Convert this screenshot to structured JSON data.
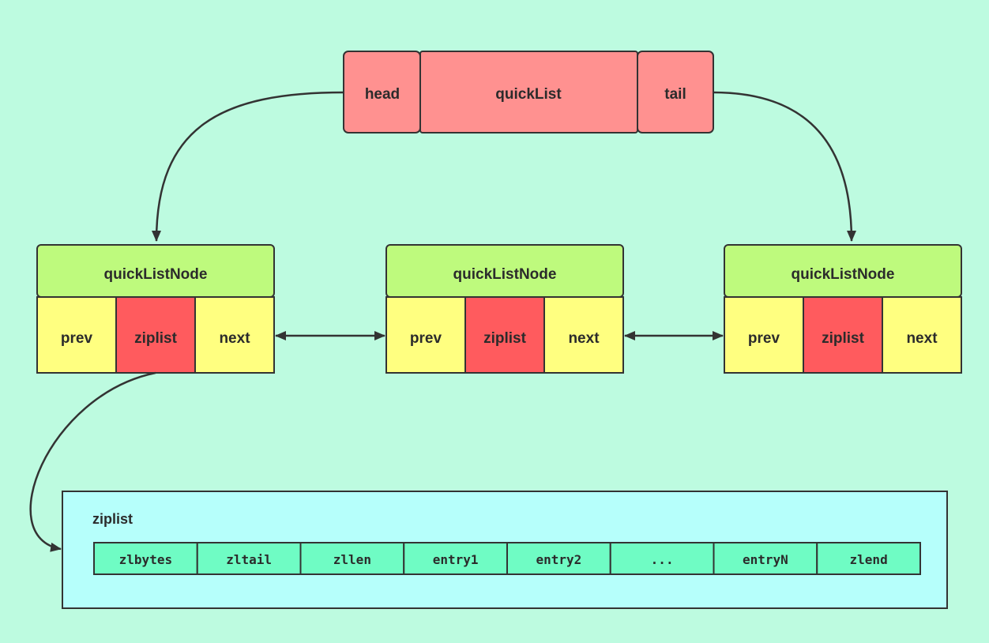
{
  "colors": {
    "background": "#bdfbe0",
    "quicklist_fill": "#ff9190",
    "node_header_fill": "#befa7d",
    "node_field_fill": "#ffff80",
    "node_ziplist_fill": "#ff5b5e",
    "ziplist_container_fill": "#b6fffb",
    "ziplist_cell_fill": "#6ffcc4",
    "stroke": "#333333"
  },
  "quicklist": {
    "head": "head",
    "title": "quickList",
    "tail": "tail"
  },
  "nodes": [
    {
      "title": "quickListNode",
      "prev": "prev",
      "ziplist": "ziplist",
      "next": "next"
    },
    {
      "title": "quickListNode",
      "prev": "prev",
      "ziplist": "ziplist",
      "next": "next"
    },
    {
      "title": "quickListNode",
      "prev": "prev",
      "ziplist": "ziplist",
      "next": "next"
    }
  ],
  "ziplist": {
    "title": "ziplist",
    "cells": [
      "zlbytes",
      "zltail",
      "zllen",
      "entry1",
      "entry2",
      "...",
      "entryN",
      "zlend"
    ]
  }
}
